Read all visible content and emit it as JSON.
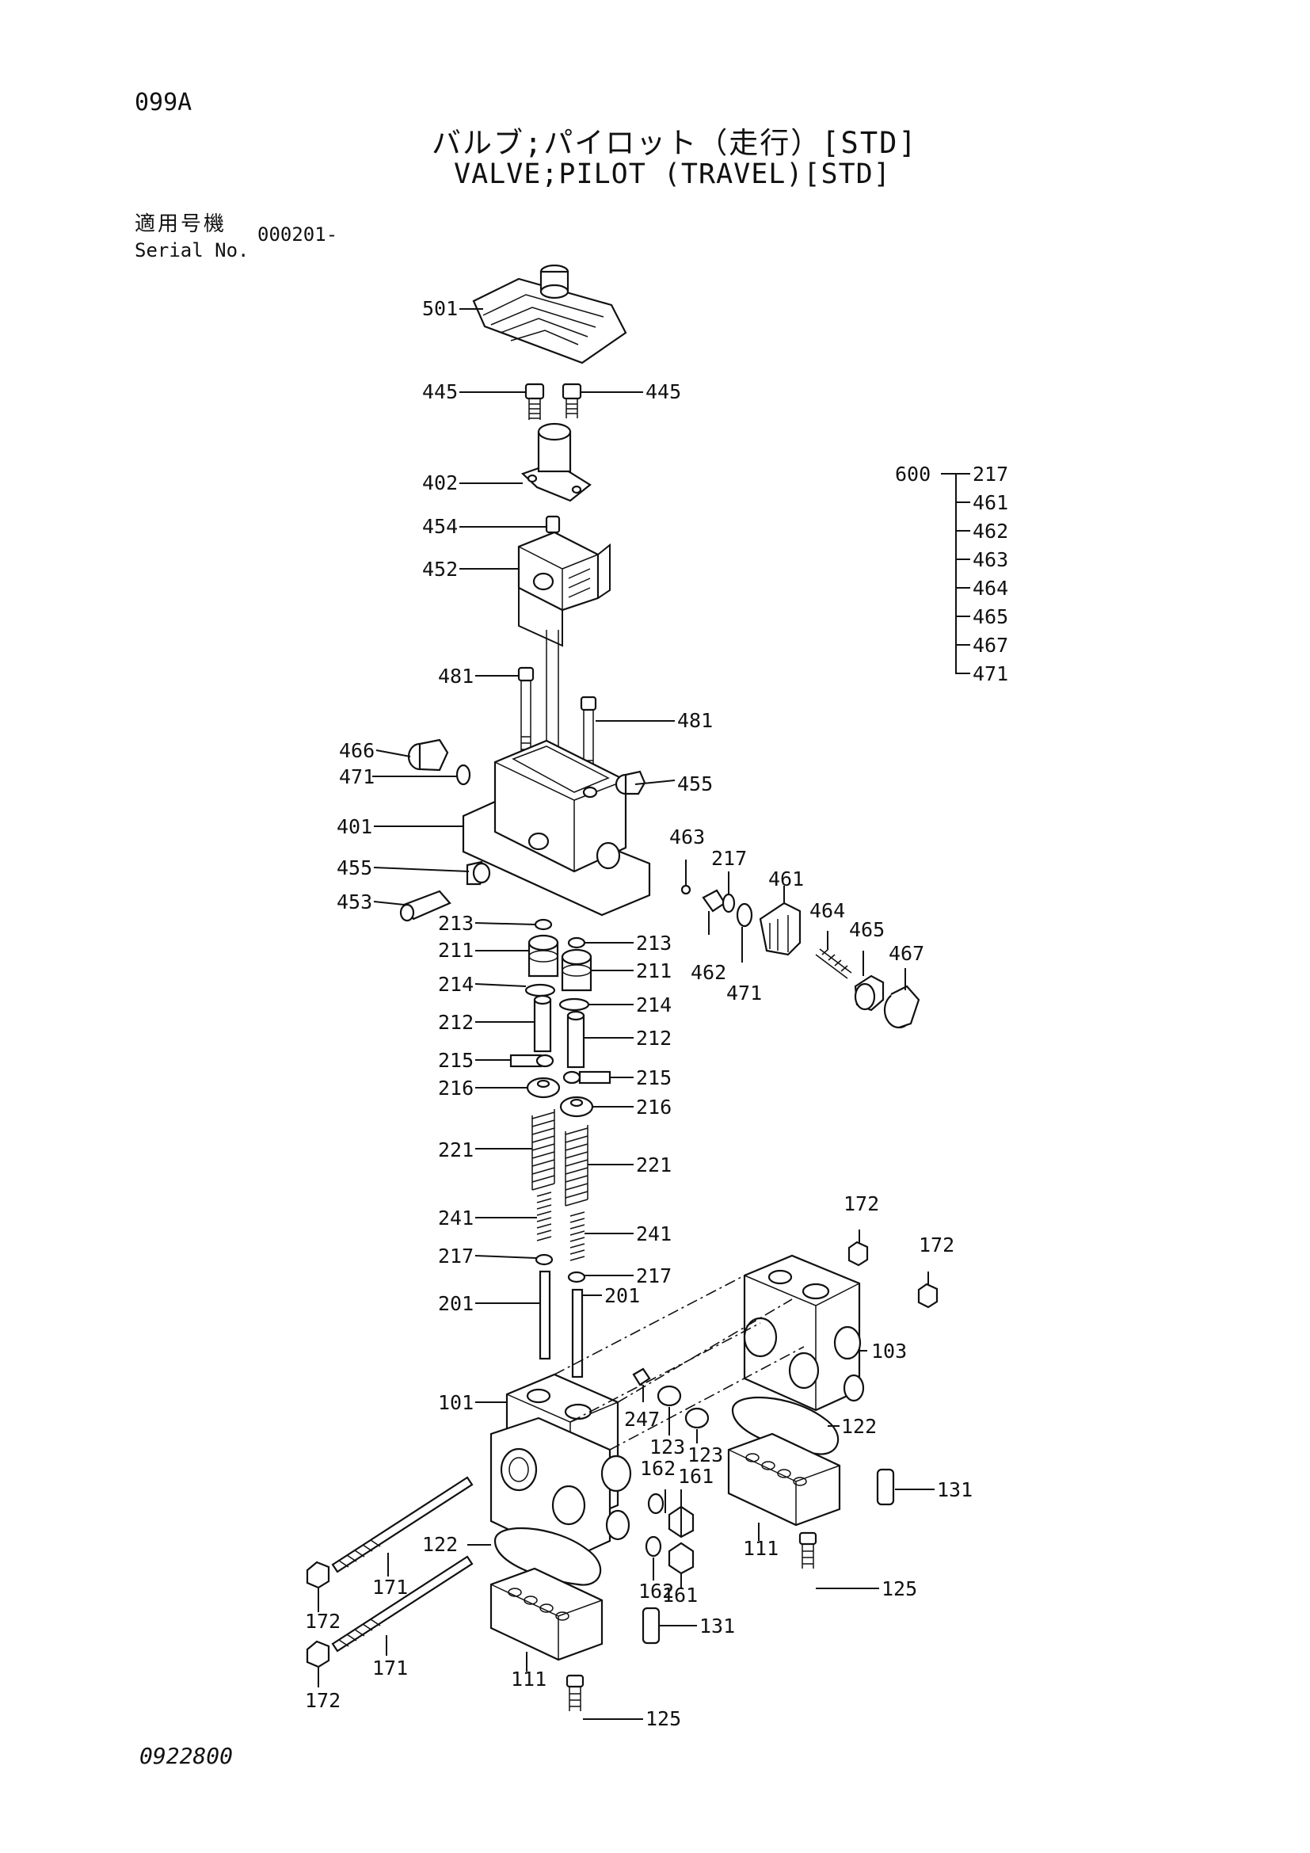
{
  "header": {
    "page_code": "099A",
    "title_jp": "バルブ;パイロット（走行）[STD]",
    "title_en": "VALVE;PILOT (TRAVEL)[STD]",
    "serial_label_jp": "適用号機",
    "serial_label_en": "Serial No.",
    "serial_value": "000201-"
  },
  "footer": {
    "drawing_number": "0922800"
  },
  "assembly_kit": {
    "kit_number": "600",
    "components": [
      "217",
      "461",
      "462",
      "463",
      "464",
      "465",
      "467",
      "471"
    ]
  },
  "callouts": [
    "501",
    "445",
    "445",
    "402",
    "454",
    "452",
    "481",
    "481",
    "466",
    "471",
    "455",
    "401",
    "455",
    "453",
    "463",
    "217",
    "461",
    "464",
    "465",
    "467",
    "462",
    "471",
    "213",
    "213",
    "211",
    "211",
    "214",
    "214",
    "212",
    "212",
    "215",
    "215",
    "216",
    "216",
    "221",
    "221",
    "241",
    "241",
    "217",
    "217",
    "201",
    "201",
    "172",
    "172",
    "103",
    "101",
    "247",
    "123",
    "123",
    "122",
    "162",
    "161",
    "131",
    "111",
    "125",
    "122",
    "162",
    "161",
    "131",
    "172",
    "171",
    "171",
    "172",
    "111",
    "125"
  ]
}
